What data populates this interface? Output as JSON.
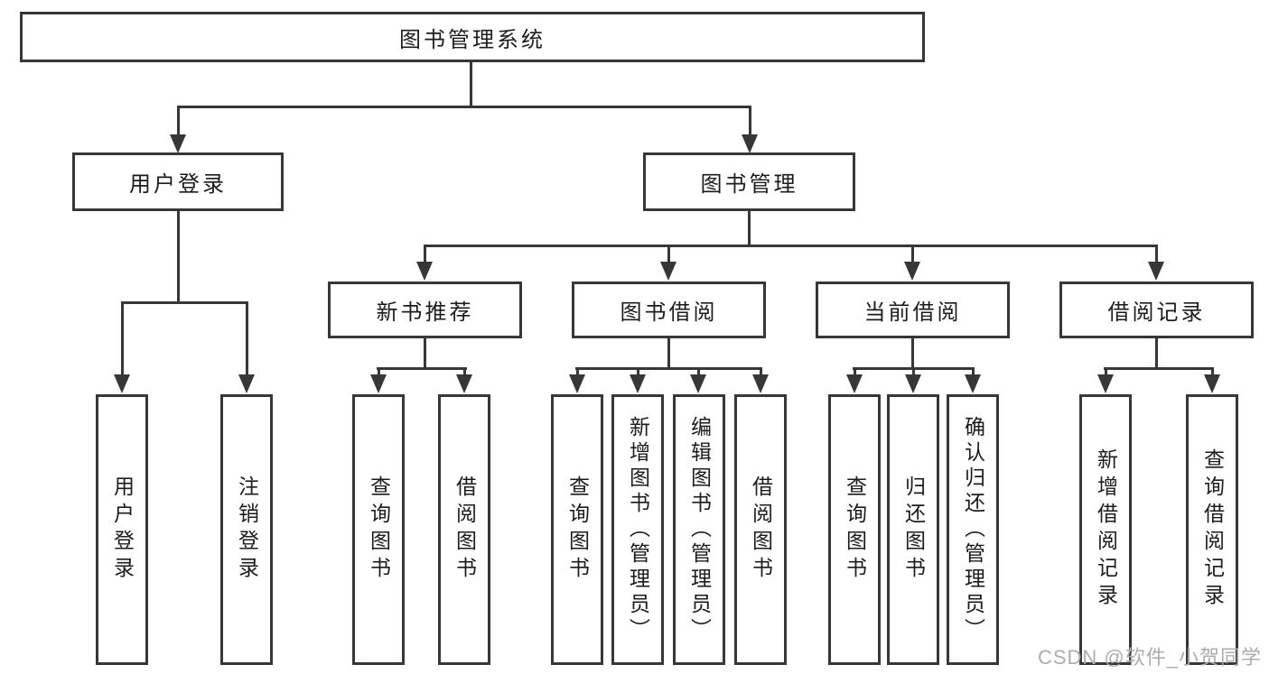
{
  "diagram": {
    "title": "图书管理系统",
    "nodes": {
      "root": "图书管理系统",
      "user_login": "用户登录",
      "book_mgmt": "图书管理",
      "new_book_rec": "新书推荐",
      "book_borrow": "图书借阅",
      "current_borrow": "当前借阅",
      "borrow_record": "借阅记录",
      "ul_user_login": "用户登录",
      "ul_logout": "注销登录",
      "nb_query_book": "查询图书",
      "nb_borrow_book": "借阅图书",
      "bb_query_book": "查询图书",
      "bb_add_book": "新增图书（管理员）",
      "bb_edit_book": "编辑图书（管理员）",
      "bb_borrow_book": "借阅图书",
      "cb_query_book": "查询图书",
      "cb_return_book": "归还图书",
      "cb_confirm_return": "确认归还（管理员）",
      "br_add_record": "新增借阅记录",
      "br_query_record": "查询借阅记录"
    },
    "colors": {
      "line": "#373737",
      "text": "#1c1c1c",
      "watermark": "#acacac",
      "background": "#ffffff"
    },
    "watermark": "CSDN @软件_小贺同学"
  }
}
